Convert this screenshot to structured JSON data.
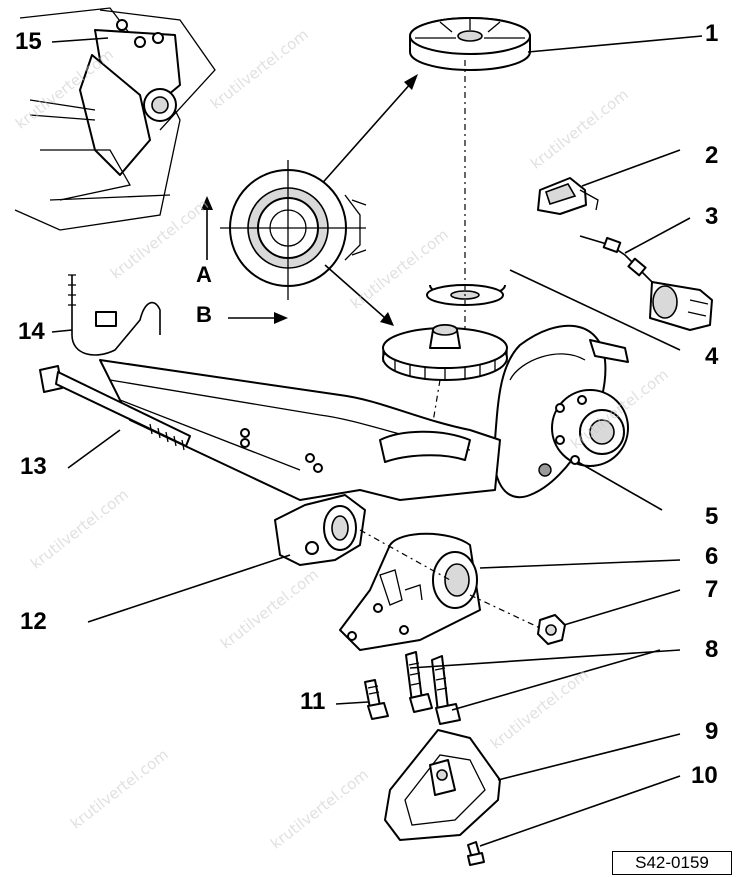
{
  "callouts": [
    {
      "id": "1",
      "label": "1"
    },
    {
      "id": "2",
      "label": "2"
    },
    {
      "id": "3",
      "label": "3"
    },
    {
      "id": "4",
      "label": "4"
    },
    {
      "id": "5",
      "label": "5"
    },
    {
      "id": "6",
      "label": "6"
    },
    {
      "id": "7",
      "label": "7"
    },
    {
      "id": "8",
      "label": "8"
    },
    {
      "id": "9",
      "label": "9"
    },
    {
      "id": "10",
      "label": "10"
    },
    {
      "id": "11",
      "label": "11"
    },
    {
      "id": "12",
      "label": "12"
    },
    {
      "id": "13",
      "label": "13"
    },
    {
      "id": "14",
      "label": "14"
    },
    {
      "id": "15",
      "label": "15"
    }
  ],
  "view_labels": {
    "a": "A",
    "b": "B"
  },
  "reference_code": "S42-0159",
  "watermark_text": "krutilvertel.com"
}
